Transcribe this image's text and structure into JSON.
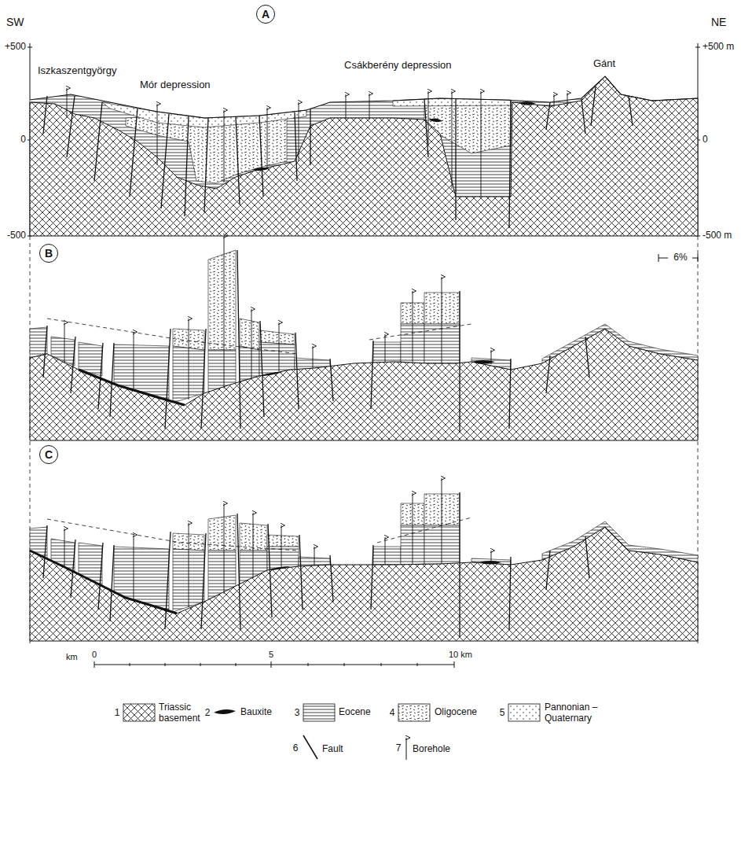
{
  "diagram": {
    "nodes": [
      {
        "text": [
          "A"
        ]
      },
      {
        "text": [
          "B"
        ]
      },
      {
        "text": [
          "C"
        ]
      }
    ],
    "labels": [
      "SW",
      "NE",
      "+500",
      "+500 m",
      "0",
      "0",
      "-500",
      "-500 m",
      "Iszkaszentgyörgy",
      "Mór depression",
      "Csákberény depression",
      "Gánt",
      "6%",
      "km",
      "0",
      "5",
      "10 km",
      "1",
      "2",
      "3",
      "4",
      "5",
      "6",
      "7"
    ],
    "legend": [
      {
        "text": "Triassic basement"
      },
      {
        "text": "Bauxite"
      },
      {
        "text": "Eocene"
      },
      {
        "text": "Oligocene"
      },
      {
        "text": "Pannonian – Quaternary"
      },
      {
        "text": "Fault"
      },
      {
        "text": "Borehole"
      }
    ]
  }
}
